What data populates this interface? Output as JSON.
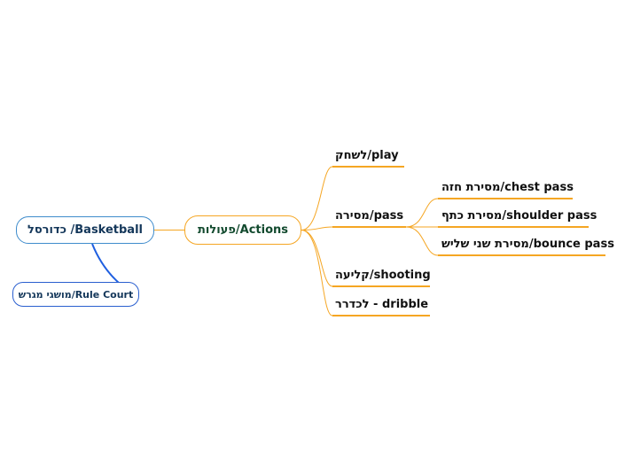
{
  "map": {
    "root": {
      "text": "כדורסל /Basketball"
    },
    "secondary": {
      "text": "מושגי מגרש/Rule Court"
    },
    "main": {
      "text": "פעולות/Actions"
    },
    "actions": {
      "play": "לשחק/play",
      "pass": "מסירה/pass",
      "shooting": "קליעה/shooting",
      "dribble": "לכדרר - dribble"
    },
    "passes": {
      "chest": "מסירת חזה/chest pass",
      "shoulder": "מסירת כתף/shoulder pass",
      "bounce": "מסירת שני שליש/bounce pass"
    }
  },
  "colors": {
    "root_border": "#3f8ccc",
    "secondary_border": "#2a5fcf",
    "action_lines": "#f5a623"
  }
}
